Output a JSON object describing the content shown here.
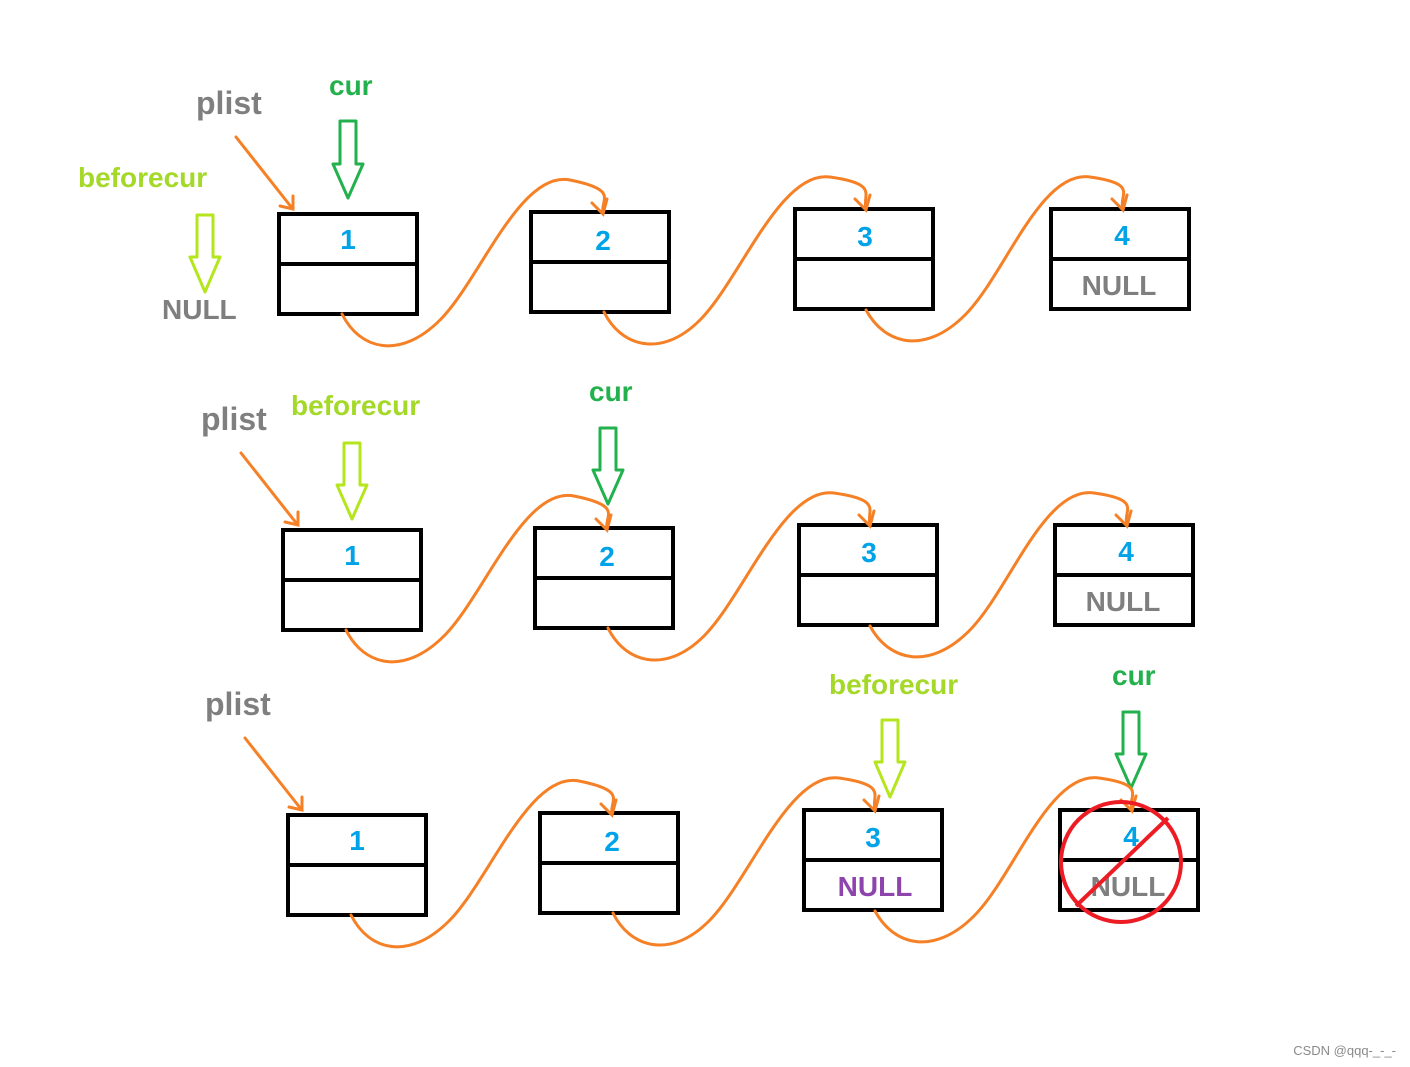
{
  "colors": {
    "link_arrow": "#f58025",
    "cur_arrow": "#22b14c",
    "cur_text": "#22b14c",
    "beforecur_arrow": "#b5e61d",
    "beforecur_text": "#a4d929",
    "plist_text": "#7f7f7f",
    "node_border": "#000000",
    "node_number": "#00a2e8",
    "null_text": "#7f7f7f",
    "null_highlight": "#8e44ad",
    "delete_mark": "#ed1c24",
    "watermark": "#8a8a8a"
  },
  "icons": {
    "pointer_arrow": "hollow-down-arrow",
    "link_arrow": "curved-arrow",
    "delete_mark": "prohibition-sign"
  },
  "labels": {
    "plist": "plist",
    "cur": "cur",
    "beforecur": "beforecur",
    "null": "NULL"
  },
  "rows": [
    {
      "step": 1,
      "nodes": [
        {
          "value": "1",
          "next": ""
        },
        {
          "value": "2",
          "next": ""
        },
        {
          "value": "3",
          "next": ""
        },
        {
          "value": "4",
          "next": "NULL"
        }
      ],
      "cur_points_to": "node 1",
      "beforecur_points_to": "NULL"
    },
    {
      "step": 2,
      "nodes": [
        {
          "value": "1",
          "next": ""
        },
        {
          "value": "2",
          "next": ""
        },
        {
          "value": "3",
          "next": ""
        },
        {
          "value": "4",
          "next": "NULL"
        }
      ],
      "cur_points_to": "node 2",
      "beforecur_points_to": "node 1"
    },
    {
      "step": 3,
      "nodes": [
        {
          "value": "1",
          "next": ""
        },
        {
          "value": "2",
          "next": ""
        },
        {
          "value": "3",
          "next": "NULL"
        },
        {
          "value": "4",
          "next": "NULL",
          "deleted": true
        }
      ],
      "cur_points_to": "node 4",
      "beforecur_points_to": "node 3"
    }
  ],
  "watermark": "CSDN @qqq-_-_-"
}
